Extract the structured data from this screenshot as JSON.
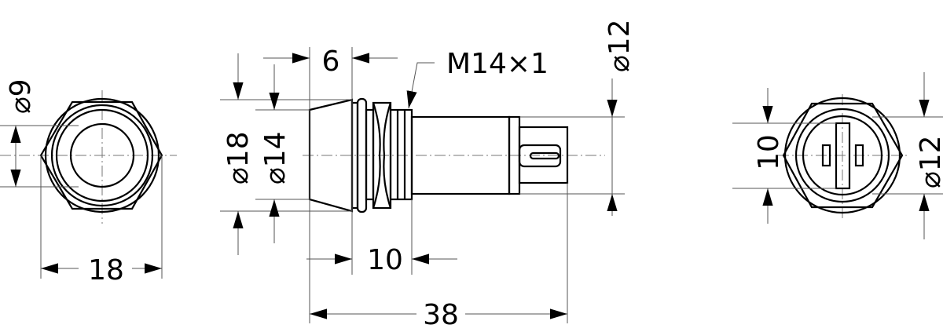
{
  "title": "Panel-mount indicator technical drawing",
  "colors": {
    "line": "#000000",
    "dim_line": "#555555"
  },
  "front_view": {
    "width_label": "18",
    "hole_label": "⌀9"
  },
  "side_view": {
    "bezel_length_label": "6",
    "thread_label": "M14×1",
    "bezel_dia_label": "⌀18",
    "body_front_dia_label": "⌀14",
    "body_dia_label": "⌀12",
    "thread_length_label": "10",
    "overall_length_label": "38"
  },
  "rear_view": {
    "terminal_span_label": "10",
    "body_dia_label": "⌀12"
  }
}
